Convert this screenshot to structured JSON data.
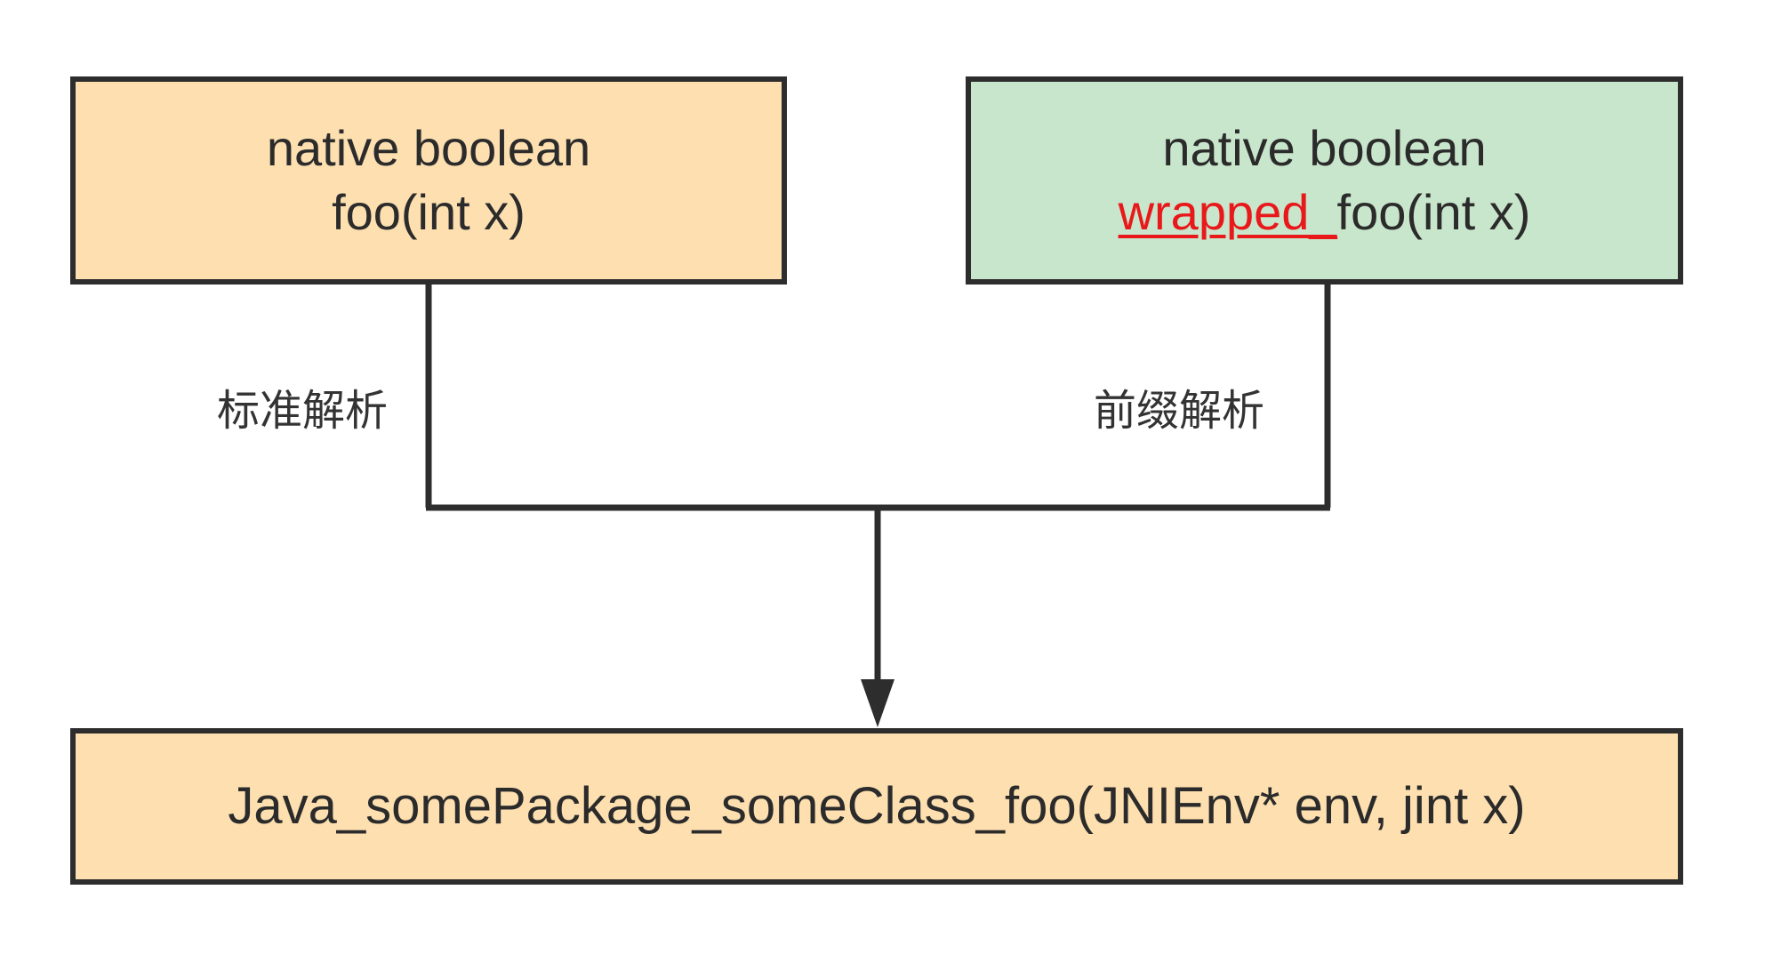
{
  "nodes": {
    "left": {
      "line1": "native boolean",
      "line2": "foo(int x)"
    },
    "right": {
      "line1": "native boolean",
      "prefix": "wrapped_",
      "rest": "foo(int x)"
    },
    "bottom": {
      "text": "Java_somePackage_someClass_foo(JNIEnv* env, jint x)"
    }
  },
  "edges": {
    "left_label": "标准解析",
    "right_label": "前缀解析"
  },
  "colors": {
    "orange_fill": "#fddfb0",
    "green_fill": "#c8e6cb",
    "highlight_red": "#e8181b",
    "stroke": "#2d2d2d"
  }
}
